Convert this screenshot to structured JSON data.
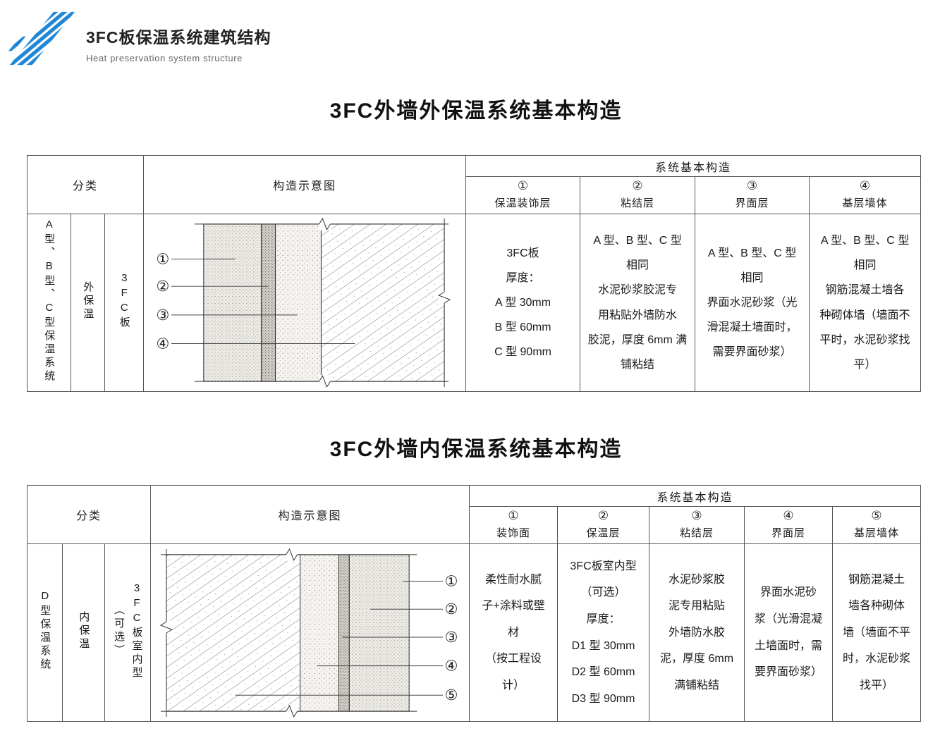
{
  "brand": {
    "title_cn": "3FC板保温系统建筑结构",
    "title_en": "Heat preservation system structure",
    "logo_color": "#1d87d6",
    "logo_icon": "diagonal-stripes-logo"
  },
  "shared_labels": {
    "classification": "分类",
    "diagram": "构造示意图",
    "system": "系统基本构造"
  },
  "section1": {
    "title": "3FC外墙外保温系统基本构造",
    "classification": [
      "A型、B型、C型保温系统",
      "外保温",
      "3FC板"
    ],
    "columns": [
      {
        "num": "①",
        "label": "保温装饰层"
      },
      {
        "num": "②",
        "label": "粘结层"
      },
      {
        "num": "③",
        "label": "界面层"
      },
      {
        "num": "④",
        "label": "基层墙体"
      }
    ],
    "diagram_marks": [
      "①",
      "②",
      "③",
      "④"
    ],
    "cells": [
      "3FC板\n厚度：\nA 型 30mm\nB 型 60mm\nC 型 90mm",
      "A 型、B 型、C 型\n相同\n水泥砂浆胶泥专\n用粘贴外墙防水\n胶泥，厚度 6mm 满\n铺粘结",
      "A 型、B 型、C 型\n相同\n界面水泥砂浆（光\n滑混凝土墙面时，\n需要界面砂浆）",
      "A 型、B 型、C 型\n相同\n钢筋混凝土墙各\n种砌体墙（墙面不\n平时，水泥砂浆找\n平）"
    ]
  },
  "section2": {
    "title": "3FC外墙内保温系统基本构造",
    "classification": [
      "D型保温系统",
      "内保温",
      "3FC板室内型\n（可选）"
    ],
    "columns": [
      {
        "num": "①",
        "label": "装饰面"
      },
      {
        "num": "②",
        "label": "保温层"
      },
      {
        "num": "③",
        "label": "粘结层"
      },
      {
        "num": "④",
        "label": "界面层"
      },
      {
        "num": "⑤",
        "label": "基层墙体"
      }
    ],
    "diagram_marks": [
      "①",
      "②",
      "③",
      "④",
      "⑤"
    ],
    "cells": [
      "柔性耐水腻\n子+涂料或壁\n材\n（按工程设\n计）",
      "3FC板室内型\n（可选）\n厚度：\nD1 型 30mm\nD2 型 60mm\nD3 型 90mm",
      "水泥砂浆胶\n泥专用粘贴\n外墙防水胶\n泥，厚度 6mm\n满铺粘结",
      "界面水泥砂\n浆（光滑混凝\n土墙面时，需\n要界面砂浆）",
      "钢筋混凝土\n墙各种砌体\n墙（墙面不平\n时，水泥砂浆\n找平）"
    ]
  }
}
